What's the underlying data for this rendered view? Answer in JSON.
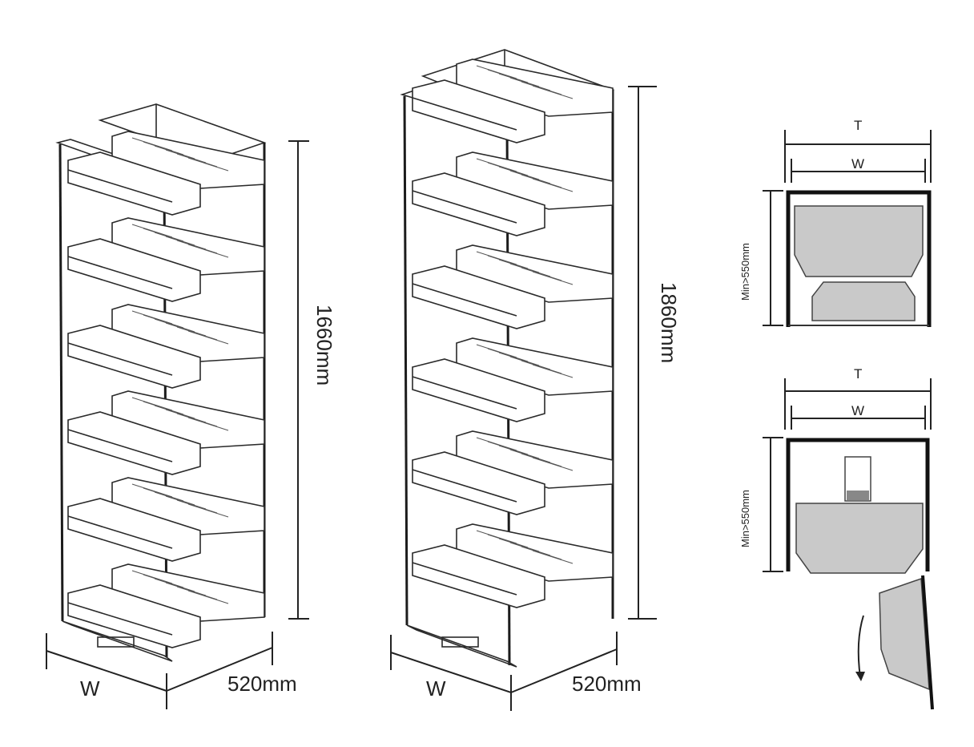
{
  "unit_a": {
    "height_label": "1660mm",
    "width_label": "W",
    "depth_label": "520mm",
    "baskets": 6
  },
  "unit_b": {
    "height_label": "1860mm",
    "width_label": "W",
    "depth_label": "520mm",
    "baskets": 6
  },
  "plan_top": {
    "outer_label": "T",
    "inner_label": "W",
    "depth_label": "Min>550mm"
  },
  "plan_bottom": {
    "outer_label": "T",
    "inner_label": "W",
    "depth_label": "Min>550mm"
  }
}
